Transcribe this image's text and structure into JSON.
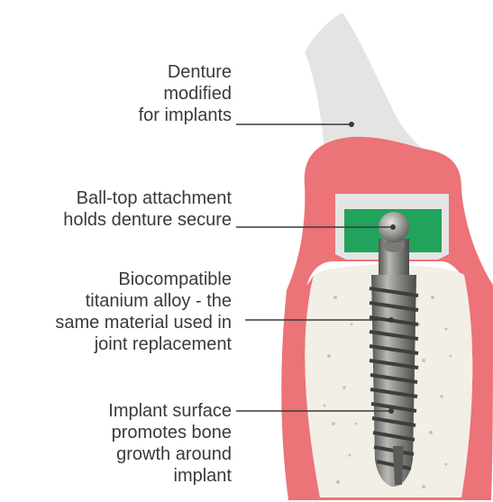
{
  "labels": {
    "denture": [
      "Denture",
      "modified",
      "for implants"
    ],
    "ball_top": [
      "Ball-top attachment",
      "holds denture secure"
    ],
    "titanium": [
      "Biocompatible",
      "titanium alloy - the",
      "same material used in",
      "joint replacement"
    ],
    "surface": [
      "Implant surface",
      "promotes bone",
      "growth around",
      "implant"
    ]
  },
  "colors": {
    "denture": "#e4e5e3",
    "gum": "#ec7377",
    "gum_light": "#f39a9b",
    "bone": "#f1efe6",
    "bone_speck": "#c9c4b3",
    "attachment": "#22a35b",
    "metal": "#8a8a88",
    "metal_dark": "#4a4a48",
    "line": "#3a3a3a",
    "text": "#3a3a3a"
  }
}
